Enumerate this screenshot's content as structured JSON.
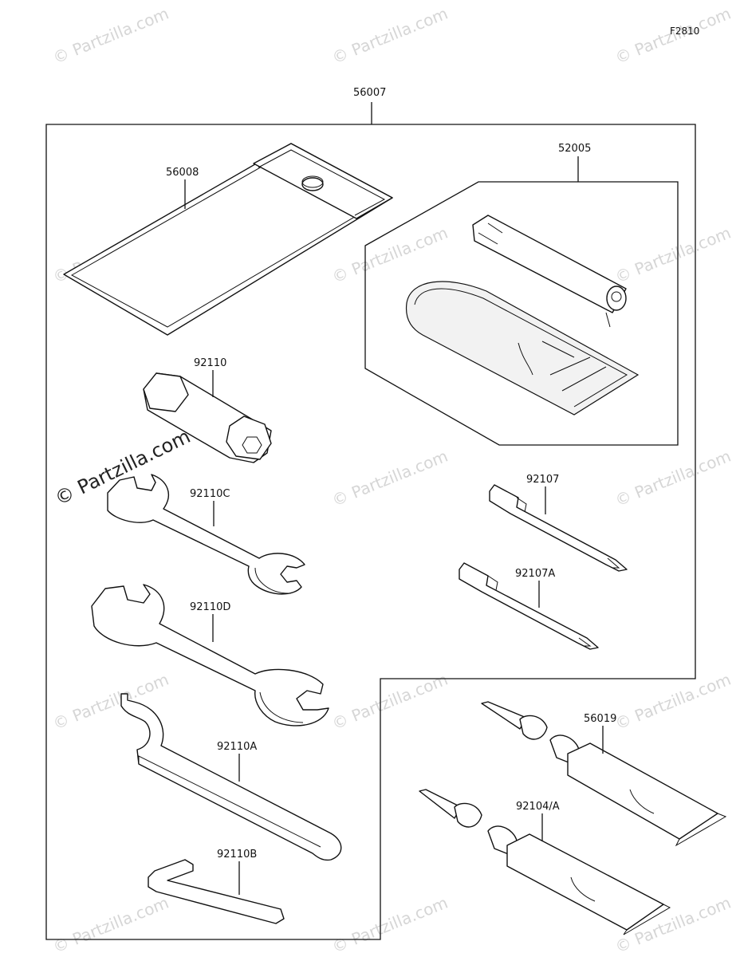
{
  "figure": {
    "code": "F2810",
    "watermark_text": "© Partzilla.com",
    "main_watermark_text": "© Partzilla.com"
  },
  "parts": {
    "kit": "56007",
    "pouch": "56008",
    "pump_set": "52005",
    "plug_wrench": "92110",
    "wrench_c": "92110C",
    "wrench_d": "92110D",
    "hook_wrench": "92110A",
    "hex_wrench": "92110B",
    "screwdriver": "92107",
    "screwdriver_a": "92107A",
    "grease_tube": "56019",
    "bond_tube": "92104/A"
  }
}
